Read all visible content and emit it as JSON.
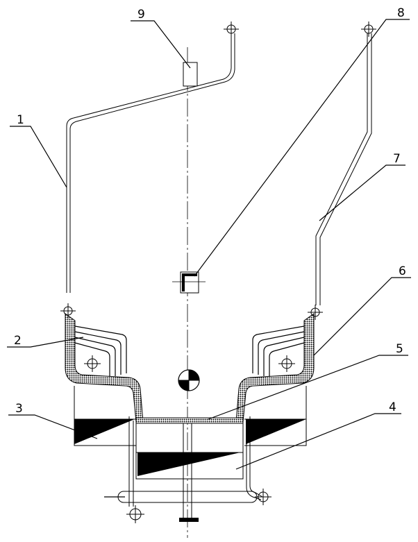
{
  "part_labels": [
    {
      "id": "label-1",
      "text": "1"
    },
    {
      "id": "label-2",
      "text": "2"
    },
    {
      "id": "label-3",
      "text": "3"
    },
    {
      "id": "label-4",
      "text": "4"
    },
    {
      "id": "label-5",
      "text": "5"
    },
    {
      "id": "label-6",
      "text": "6"
    },
    {
      "id": "label-7",
      "text": "7"
    },
    {
      "id": "label-8",
      "text": "8"
    },
    {
      "id": "label-9",
      "text": "9"
    }
  ]
}
